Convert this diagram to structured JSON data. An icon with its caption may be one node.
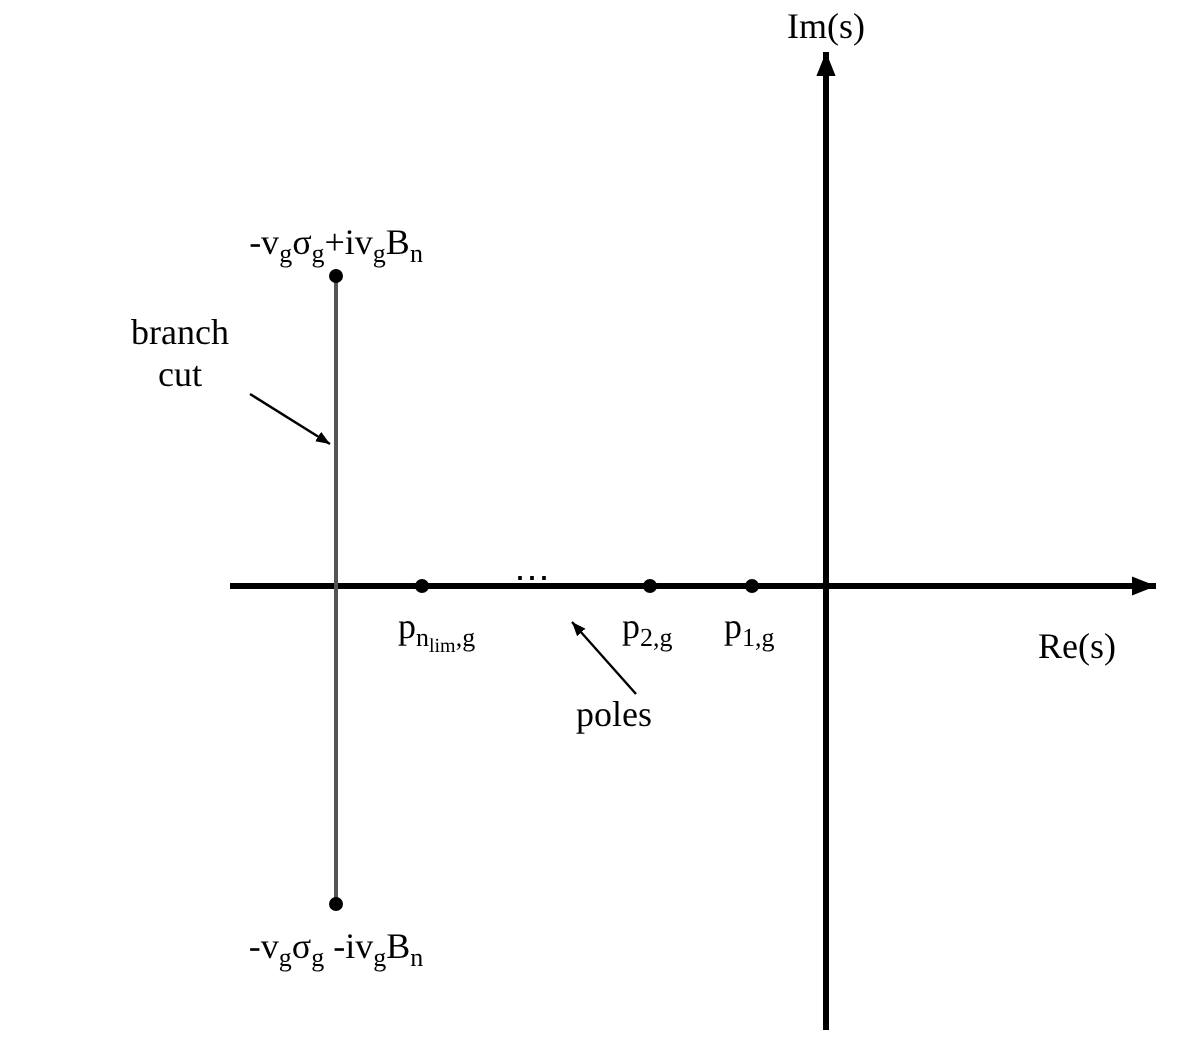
{
  "diagram": {
    "nodes": [
      {
        "text": [
          "branch cut"
        ]
      },
      {
        "text": [],
        "shape": "bar"
      },
      {
        "text": [
          "poles"
        ]
      }
    ],
    "edges": [
      {
        "from": 0,
        "to": 1,
        "arrow": "to"
      },
      {
        "from": 2,
        "to": null,
        "arrow": "to"
      }
    ],
    "labels": [
      "Im(s)",
      "-v$_{g}$σ$_{g}$+iv$_{g}$B$_{n}$",
      "p$_{n}$$_{lim}$$_{,g}$",
      "⋯",
      "p$_{2,g}$",
      "p$_{1,g}$",
      "Re(s)",
      "-v$_{g}$σ$_{g}$ -iv$_{g}$B$_{n}$"
    ]
  }
}
